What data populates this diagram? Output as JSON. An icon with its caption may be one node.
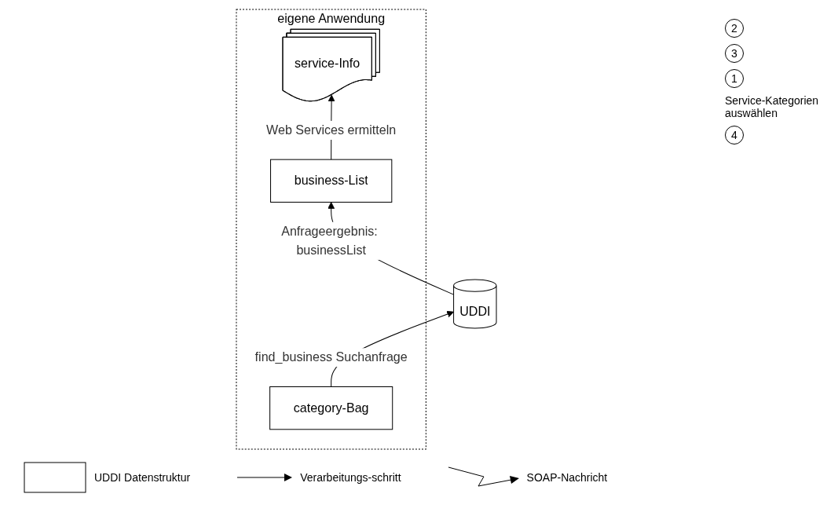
{
  "diagram": {
    "nodes": [
      {
        "text": [
          "UDDI"
        ]
      },
      {
        "text": [
          "eigene Anwendung"
        ]
      },
      {
        "text": [
          "category-Bag"
        ],
        "in": 1
      },
      {
        "text": [
          "business-List"
        ],
        "in": 1
      },
      {
        "text": [
          "service-Info"
        ],
        "in": 1
      }
    ],
    "edges": [
      {
        "from": 2,
        "to": 0,
        "arrow": "to",
        "label": "find_business Suchanfrage"
      },
      {
        "from": 0,
        "to": 3,
        "arrow": "to",
        "label": "Anfrageergebnis: businessList"
      },
      {
        "from": 3,
        "to": 4,
        "arrow": "to",
        "label": "Web Services ermitteln"
      }
    ],
    "labels": [
      "2",
      "3",
      "1",
      "Service-Kategorien auswählen",
      "4"
    ],
    "legend": [
      {
        "text": "UDDI Datenstruktur"
      },
      {
        "text": "Verarbeitungs-schritt"
      },
      {
        "text": "SOAP-Nachricht"
      }
    ]
  }
}
